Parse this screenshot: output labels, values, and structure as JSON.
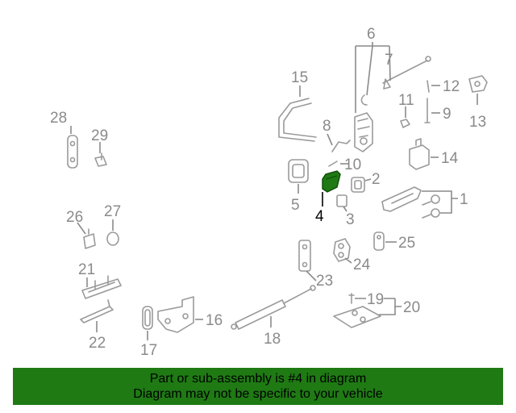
{
  "callouts": {
    "c1": "1",
    "c2": "2",
    "c3": "3",
    "c4": "4",
    "c5": "5",
    "c6": "6",
    "c7": "7",
    "c8": "8",
    "c9": "9",
    "c10": "10",
    "c11": "11",
    "c12": "12",
    "c13": "13",
    "c14": "14",
    "c15": "15",
    "c16": "16",
    "c17": "17",
    "c18": "18",
    "c19": "19",
    "c20": "20",
    "c21": "21",
    "c22": "22",
    "c23": "23",
    "c24": "24",
    "c25": "25",
    "c26": "26",
    "c27": "27",
    "c28": "28",
    "c29": "29"
  },
  "highlight": {
    "part": "4",
    "color": "#1f7a14"
  },
  "banner": {
    "line1": "Part or sub-assembly is #4 in diagram",
    "line2": "Diagram may not be specific to your vehicle",
    "background": "#1f7a14"
  }
}
